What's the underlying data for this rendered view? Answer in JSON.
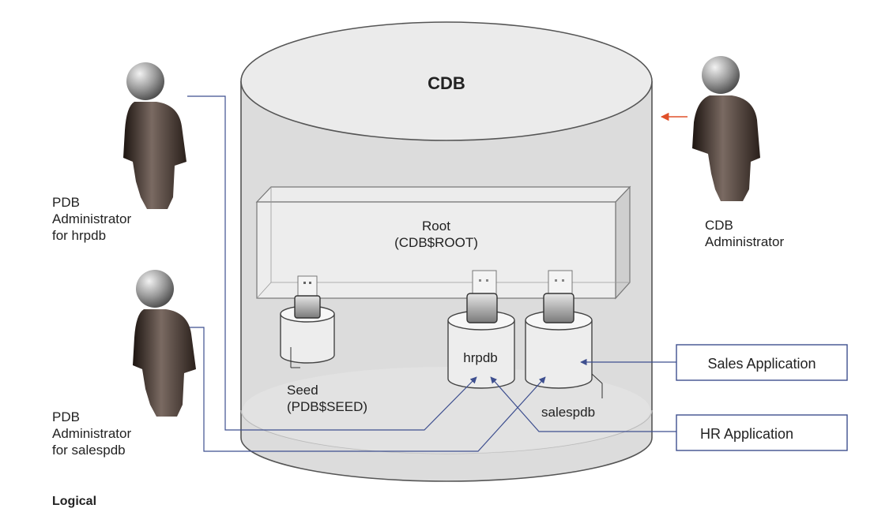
{
  "cdb": {
    "title": "CDB"
  },
  "root": {
    "line1": "Root",
    "line2": "(CDB$ROOT)"
  },
  "seed": {
    "line1": "Seed",
    "line2": "(PDB$SEED)"
  },
  "pdbs": {
    "hr": "hrpdb",
    "sales": "salespdb"
  },
  "actors": {
    "hr_admin": {
      "line1": "PDB",
      "line2": "Administrator",
      "line3": "for hrpdb"
    },
    "sales_admin": {
      "line1": "PDB",
      "line2": "Administrator",
      "line3": "for salespdb"
    },
    "cdb_admin": {
      "line1": "CDB",
      "line2": "Administrator"
    }
  },
  "apps": {
    "sales": "Sales Application",
    "hr": "HR Application"
  },
  "footer": {
    "caption": "Logical"
  },
  "colors": {
    "connector": "#3e4f8f",
    "admin_arrow": "#e0502a",
    "outline": "#555555"
  }
}
